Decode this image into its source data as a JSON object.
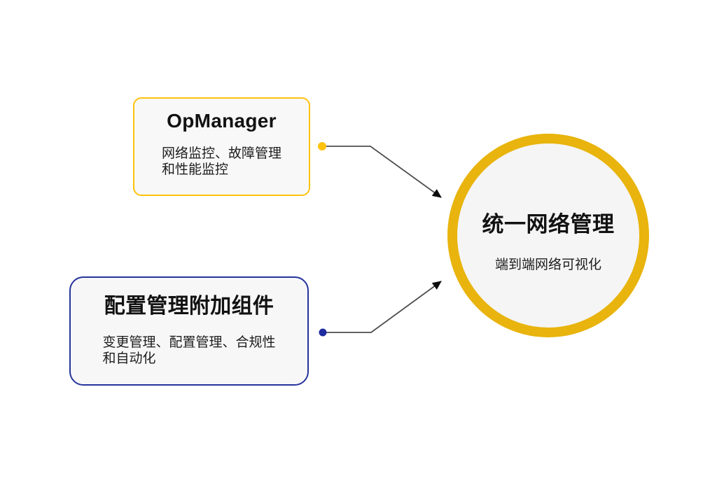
{
  "colors": {
    "accent_yellow": "#FFC20E",
    "accent_gold_ring": "#E8B40D",
    "accent_navy": "#26339C",
    "connector_gray": "#4D4D4D",
    "arrowhead_black": "#0D0D0D",
    "card_background": "#F8F8F8",
    "circle_background": "#F5F5F5"
  },
  "cards": [
    {
      "id": "opmanager",
      "title": "OpManager",
      "description_lines": [
        "网络监控、故障管理",
        "和性能监控"
      ],
      "border_color": "#FFC20E"
    },
    {
      "id": "config-management-addon",
      "title": "配置管理附加组件",
      "description_lines": [
        "变更管理、配置管理、合规性",
        "和自动化"
      ],
      "border_color": "#26339C"
    }
  ],
  "hub": {
    "title": "统一网络管理",
    "subtitle": "端到端网络可视化",
    "ring_color": "#E8B40D"
  }
}
